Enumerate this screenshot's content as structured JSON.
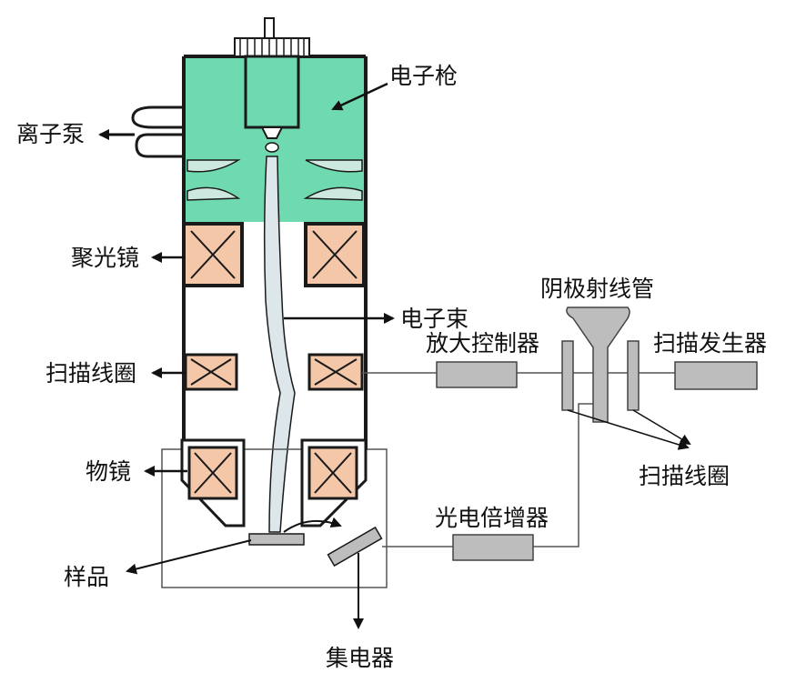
{
  "labels": {
    "electron_gun": "电子枪",
    "ion_pump": "离子泵",
    "condenser_lens": "聚光镜",
    "electron_beam": "电子束",
    "scan_coil_left": "扫描线圈",
    "objective_lens": "物镜",
    "sample": "样品",
    "collector": "集电器",
    "amplifier_controller": "放大控制器",
    "crt": "阴极射线管",
    "scan_generator": "扫描发生器",
    "scan_coil_right": "扫描线圈",
    "photomultiplier": "光电倍增器"
  },
  "colors": {
    "gun_chamber": "#6fd9b0",
    "coil_fill": "#f3c7a8",
    "component_fill": "#bdbdbd",
    "outline": "#1a1a1a",
    "beam": "#dde6ea"
  }
}
